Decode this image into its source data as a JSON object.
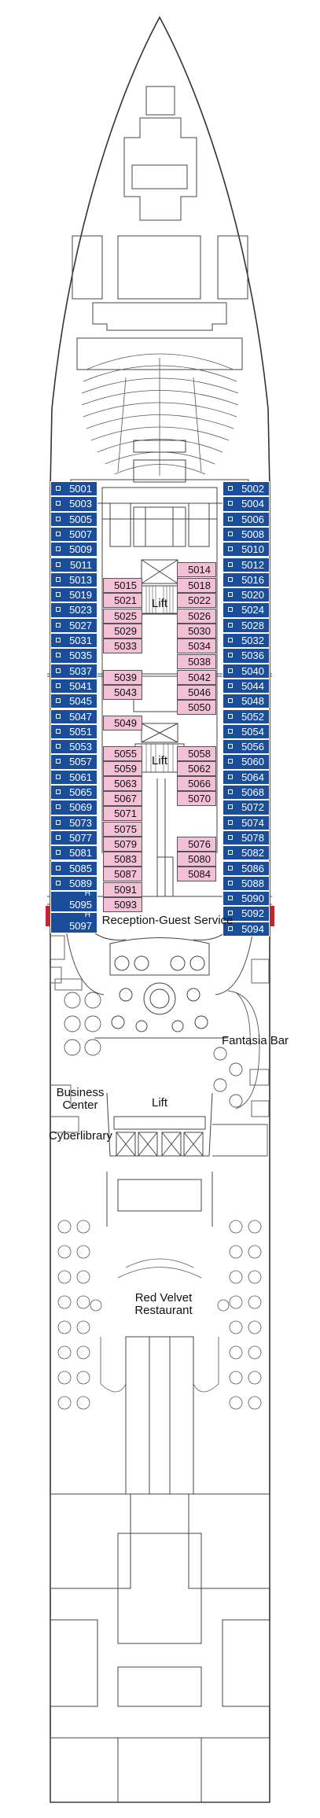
{
  "labels": {
    "lift_top": "Lift",
    "lift_mid": "Lift",
    "lift_low": "Lift",
    "reception": "Reception-Guest Service",
    "fantasia_bar": "Fantasia Bar",
    "business_center": "Business\nCenter",
    "cyberlibrary": "Cyberlibrary",
    "restaurant": "Red Velvet\nRestaurant",
    "accessible_mark": "H"
  },
  "colors": {
    "outside_cabin": "#1b4e9a",
    "inside_cabin": "#f3c0d8",
    "line": "#333333",
    "embark_marker": "#c0272d"
  },
  "cabins": {
    "port_outside": [
      "5001",
      "5003",
      "5005",
      "5007",
      "5009",
      "5011",
      "5013",
      "5019",
      "5023",
      "5027",
      "5031",
      "5035",
      "5037",
      "5041",
      "5045",
      "5047",
      "5051",
      "5053",
      "5057",
      "5061",
      "5065",
      "5069",
      "5073",
      "5077",
      "5081",
      "5085",
      "5089",
      "5095",
      "5097"
    ],
    "starboard_outside": [
      "5002",
      "5004",
      "5006",
      "5008",
      "5010",
      "5012",
      "5016",
      "5020",
      "5024",
      "5028",
      "5032",
      "5036",
      "5040",
      "5044",
      "5048",
      "5052",
      "5054",
      "5056",
      "5060",
      "5064",
      "5068",
      "5072",
      "5074",
      "5078",
      "5082",
      "5086",
      "5088",
      "5090",
      "5092",
      "5094"
    ],
    "inner_left": [
      "5015",
      "5021",
      "5025",
      "5029",
      "5033",
      "5039",
      "5043",
      "5049",
      "5055",
      "5059",
      "5063",
      "5067",
      "5071",
      "5075",
      "5079",
      "5083",
      "5087",
      "5091",
      "5093"
    ],
    "inner_right": [
      "5014",
      "5018",
      "5022",
      "5026",
      "5030",
      "5034",
      "5038",
      "5042",
      "5046",
      "5050",
      "5058",
      "5062",
      "5066",
      "5070",
      "5076",
      "5080",
      "5084"
    ],
    "accessible": [
      "5095",
      "5097"
    ]
  }
}
